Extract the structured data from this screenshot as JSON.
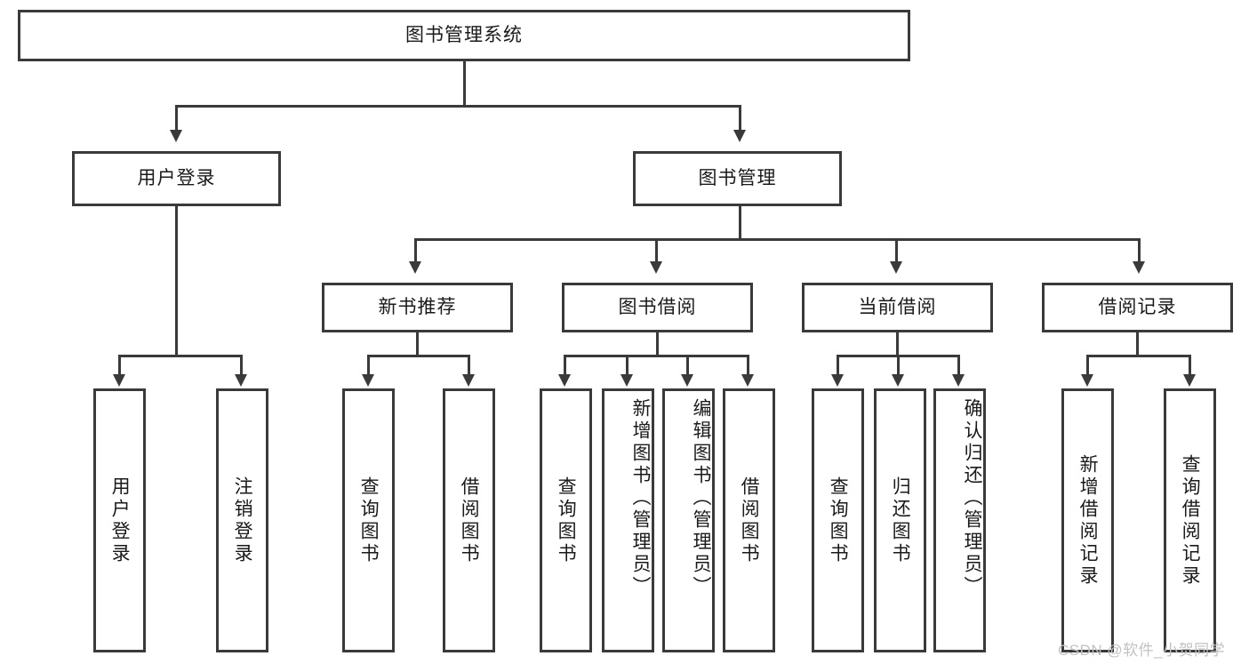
{
  "diagram": {
    "title": "图书管理系统",
    "root": {
      "label": "图书管理系统"
    },
    "level2": [
      {
        "label": "用户登录"
      },
      {
        "label": "图书管理"
      }
    ],
    "level3": [
      {
        "label": "新书推荐"
      },
      {
        "label": "图书借阅"
      },
      {
        "label": "当前借阅"
      },
      {
        "label": "借阅记录"
      }
    ],
    "leaves": {
      "user_login": [
        {
          "label": "用户登录"
        },
        {
          "label": "注销登录"
        }
      ],
      "new_book_recommend": [
        {
          "label": "查询图书"
        },
        {
          "label": "借阅图书"
        }
      ],
      "book_borrow": [
        {
          "label": "查询图书"
        },
        {
          "label": "新增图书（管理员）"
        },
        {
          "label": "编辑图书（管理员）"
        },
        {
          "label": "借阅图书"
        }
      ],
      "current_borrow": [
        {
          "label": "查询图书"
        },
        {
          "label": "归还图书"
        },
        {
          "label": "确认归还（管理员）"
        }
      ],
      "borrow_record": [
        {
          "label": "新增借阅记录"
        },
        {
          "label": "查询借阅记录"
        }
      ]
    }
  },
  "watermark": {
    "text": "CSDN @软件_小贺同学"
  },
  "colors": {
    "border": "#3a3a3a",
    "text": "#1a1a1a",
    "background": "#ffffff",
    "watermark": "#c2c2c2"
  }
}
